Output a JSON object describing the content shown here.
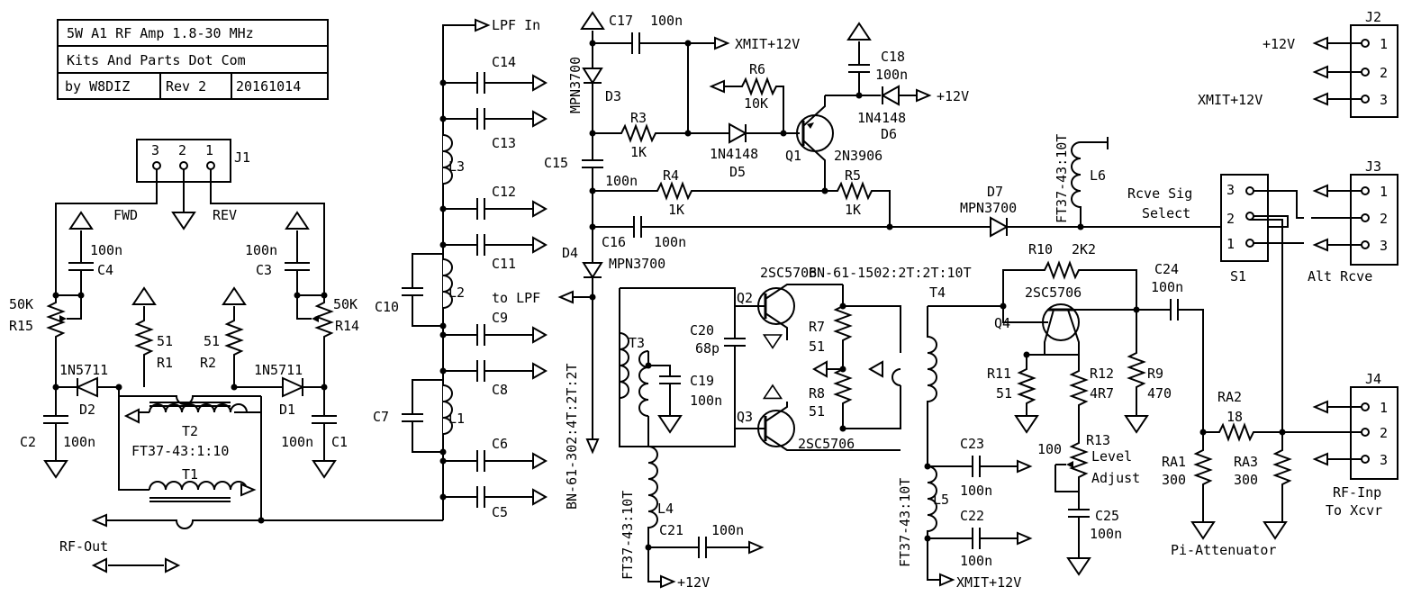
{
  "title_block": {
    "title": "5W A1 RF Amp 1.8-30 MHz",
    "company": "Kits And Parts Dot Com",
    "author": "by W8DIZ",
    "revision": "Rev 2",
    "date": "20161014"
  },
  "connectors": {
    "j1": {
      "ref": "J1",
      "pins": [
        "3",
        "2",
        "1"
      ],
      "fwd": "FWD",
      "rev": "REV"
    },
    "j2": {
      "ref": "J2",
      "pins": [
        "1",
        "2",
        "3"
      ],
      "net1": "+12V",
      "net3": "XMIT+12V"
    },
    "j3": {
      "ref": "J3",
      "pins": [
        "1",
        "2",
        "3"
      ],
      "label": "Alt Rcve"
    },
    "j4": {
      "ref": "J4",
      "pins": [
        "1",
        "2",
        "3"
      ],
      "label1": "RF-Inp",
      "label2": "To Xcvr"
    }
  },
  "switch": {
    "ref": "S1",
    "pins": [
      "3",
      "2",
      "1"
    ],
    "label1": "Rcve Sig",
    "label2": "Select"
  },
  "nets": {
    "lpf_in": "LPF In",
    "to_lpf": "to LPF",
    "xmit12_top": "XMIT+12V",
    "plus12_d6": "+12V",
    "plus12_l4": "+12V",
    "xmit12_l5": "XMIT+12V",
    "rf_out": "RF-Out",
    "pi_att": "Pi-Attenuator"
  },
  "capacitors": {
    "c1": {
      "ref": "C1",
      "value": "100n"
    },
    "c2": {
      "ref": "C2",
      "value": "100n"
    },
    "c3": {
      "ref": "C3",
      "value": "100n"
    },
    "c4": {
      "ref": "C4",
      "value": "100n"
    },
    "c5": {
      "ref": "C5"
    },
    "c6": {
      "ref": "C6"
    },
    "c7": {
      "ref": "C7"
    },
    "c8": {
      "ref": "C8"
    },
    "c9": {
      "ref": "C9"
    },
    "c10": {
      "ref": "C10"
    },
    "c11": {
      "ref": "C11"
    },
    "c12": {
      "ref": "C12"
    },
    "c13": {
      "ref": "C13"
    },
    "c14": {
      "ref": "C14"
    },
    "c15": {
      "ref": "C15",
      "value": "100n"
    },
    "c16": {
      "ref": "C16",
      "value": "100n"
    },
    "c17": {
      "ref": "C17",
      "value": "100n"
    },
    "c18": {
      "ref": "C18",
      "value": "100n"
    },
    "c19": {
      "ref": "C19",
      "value": "100n"
    },
    "c20": {
      "ref": "C20",
      "value": "68p"
    },
    "c21": {
      "ref": "C21",
      "value": "100n"
    },
    "c22": {
      "ref": "C22",
      "value": "100n"
    },
    "c23": {
      "ref": "C23",
      "value": "100n"
    },
    "c24": {
      "ref": "C24",
      "value": "100n"
    },
    "c25": {
      "ref": "C25",
      "value": "100n"
    }
  },
  "resistors": {
    "r1": {
      "ref": "R1",
      "value": "51"
    },
    "r2": {
      "ref": "R2",
      "value": "51"
    },
    "r3": {
      "ref": "R3",
      "value": "1K"
    },
    "r4": {
      "ref": "R4",
      "value": "1K"
    },
    "r5": {
      "ref": "R5",
      "value": "1K"
    },
    "r6": {
      "ref": "R6",
      "value": "10K"
    },
    "r7": {
      "ref": "R7",
      "value": "51"
    },
    "r8": {
      "ref": "R8",
      "value": "51"
    },
    "r9": {
      "ref": "R9",
      "value": "470"
    },
    "r10": {
      "ref": "R10",
      "value": "2K2"
    },
    "r11": {
      "ref": "R11",
      "value": "51"
    },
    "r12": {
      "ref": "R12",
      "value": "4R7"
    },
    "r13": {
      "ref": "R13",
      "value": "100",
      "label1": "Level",
      "label2": "Adjust"
    },
    "r14": {
      "ref": "R14",
      "value": "50K"
    },
    "r15": {
      "ref": "R15",
      "value": "50K"
    },
    "ra1": {
      "ref": "RA1",
      "value": "300"
    },
    "ra2": {
      "ref": "RA2",
      "value": "18"
    },
    "ra3": {
      "ref": "RA3",
      "value": "300"
    }
  },
  "diodes": {
    "d1": {
      "ref": "D1",
      "part": "1N5711"
    },
    "d2": {
      "ref": "D2",
      "part": "1N5711"
    },
    "d3": {
      "ref": "D3",
      "part": "MPN3700"
    },
    "d4": {
      "ref": "D4",
      "part": "MPN3700"
    },
    "d5": {
      "ref": "D5",
      "part": "1N4148"
    },
    "d6": {
      "ref": "D6",
      "part": "1N4148"
    },
    "d7": {
      "ref": "D7",
      "part": "MPN3700"
    }
  },
  "transistors": {
    "q1": {
      "ref": "Q1",
      "part": "2N3906"
    },
    "q2": {
      "ref": "Q2",
      "part": "2SC5706"
    },
    "q3": {
      "ref": "Q3",
      "part": "2SC5706"
    },
    "q4": {
      "ref": "Q4",
      "part": "2SC5706"
    }
  },
  "inductors": {
    "l1": {
      "ref": "L1"
    },
    "l2": {
      "ref": "L2"
    },
    "l3": {
      "ref": "L3"
    },
    "l4": {
      "ref": "L4",
      "core": "FT37-43:10T"
    },
    "l5": {
      "ref": "L5",
      "core": "FT37-43:10T"
    },
    "l6": {
      "ref": "L6",
      "core": "FT37-43:10T"
    }
  },
  "transformers": {
    "t1": {
      "ref": "T1"
    },
    "t2": {
      "ref": "T2",
      "core": "FT37-43:1:10"
    },
    "t3": {
      "ref": "T3",
      "core": "BN-61-302:4T:2T:2T"
    },
    "t4": {
      "ref": "T4",
      "core": "BN-61-1502:2T:2T:10T"
    }
  }
}
